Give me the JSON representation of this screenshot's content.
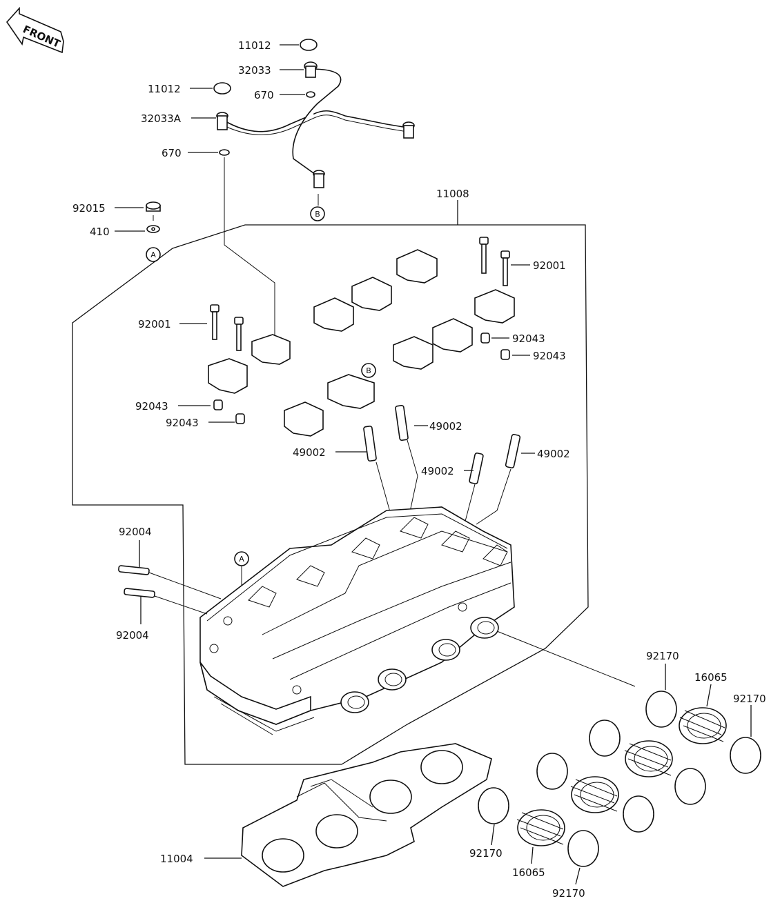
{
  "front_label": "FRONT",
  "callouts": {
    "a": "A",
    "b": "B"
  },
  "parts": {
    "p11012_top": "11012",
    "p32033": "32033",
    "p11012_left": "11012",
    "p670_top": "670",
    "p32033A": "32033A",
    "p670_left": "670",
    "p92015": "92015",
    "p410": "410",
    "p11008": "11008",
    "p92001_right": "92001",
    "p92001_left": "92001",
    "p92043_r1": "92043",
    "p92043_r2": "92043",
    "p92043_l1": "92043",
    "p92043_l2": "92043",
    "p49002_1": "49002",
    "p49002_2": "49002",
    "p49002_3": "49002",
    "p49002_4": "49002",
    "p92004_top": "92004",
    "p92004_bottom": "92004",
    "p92170_a": "92170",
    "p16065_a": "16065",
    "p92170_b": "92170",
    "p92170_c": "92170",
    "p16065_b": "16065",
    "p92170_d": "92170",
    "p11004": "11004"
  }
}
